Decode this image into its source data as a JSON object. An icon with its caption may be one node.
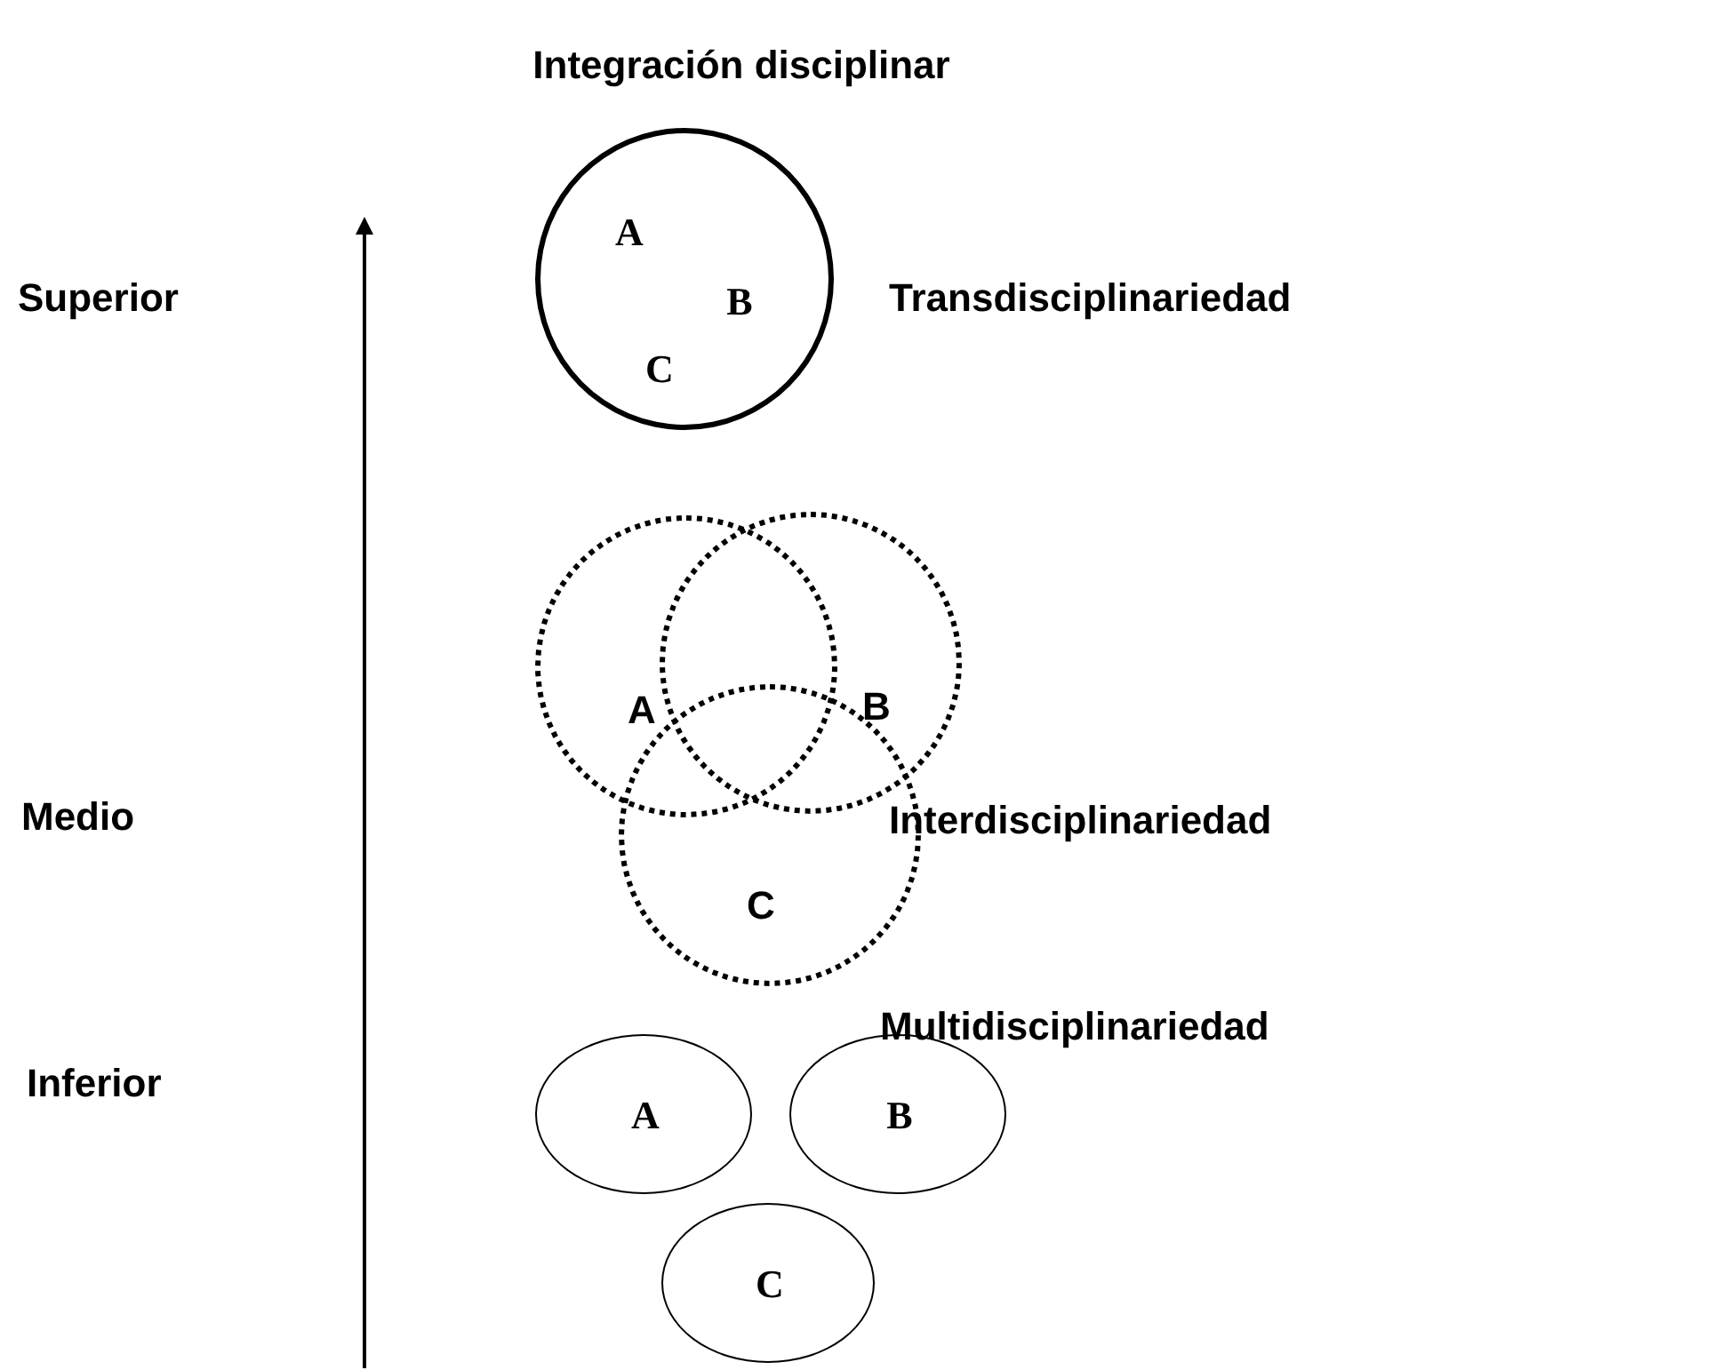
{
  "diagram": {
    "title": "Integración disciplinar",
    "nodes": [
      {
        "text": [
          "A",
          "B",
          "C"
        ]
      },
      {
        "text": [
          "A"
        ]
      },
      {
        "text": [
          "B"
        ]
      },
      {
        "text": [
          "C"
        ]
      },
      {
        "text": [
          "A"
        ]
      },
      {
        "text": [
          "B"
        ]
      },
      {
        "text": [
          "C"
        ]
      }
    ],
    "labels": [
      "Superior",
      "Transdisciplinariedad",
      "Medio",
      "Interdisciplinariedad",
      "Multidisciplinariedad",
      "Inferior"
    ]
  }
}
